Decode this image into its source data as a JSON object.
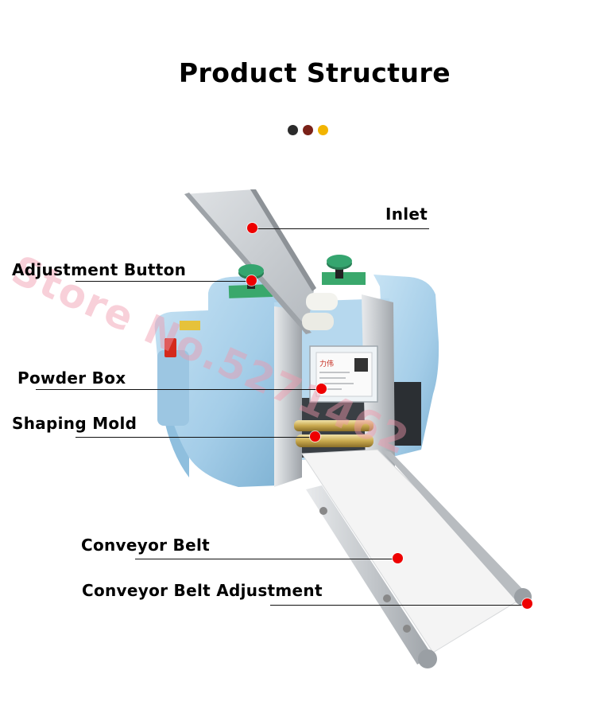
{
  "title": "Product Structure",
  "dots": [
    "#2b2b2b",
    "#7a2118",
    "#f2b400"
  ],
  "watermark": "Store No.5271462",
  "panel_text": "力伟",
  "labels": {
    "inlet": "Inlet",
    "adjustment_button": "Adjustment Button",
    "powder_box": "Powder Box",
    "shaping_mold": "Shaping Mold",
    "conveyor_belt": "Conveyor Belt",
    "conveyor_belt_adjustment": "Conveyor Belt Adjustment"
  },
  "colors": {
    "body_blue": "#a9d1ea",
    "body_shadow": "#7fb2d3",
    "steel": "#c9ccd0",
    "belt": "#f4f4f4",
    "marker": "#ee0000",
    "switch_red": "#d42a1c",
    "knob_green": "#2f9a63"
  }
}
